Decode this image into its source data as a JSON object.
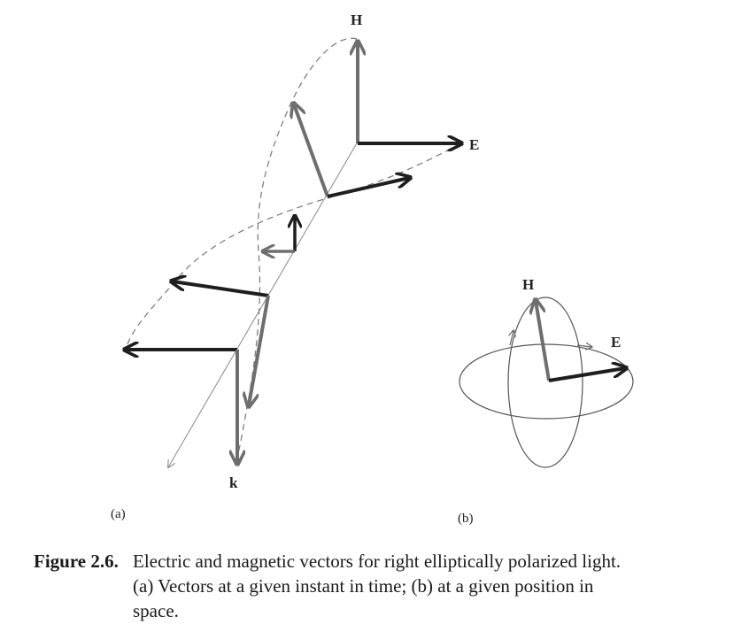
{
  "diagram": {
    "part_a": {
      "label_H": "H",
      "label_E": "E",
      "label_k": "k",
      "sublabel": "(a)"
    },
    "part_b": {
      "label_H": "H",
      "label_E": "E",
      "sublabel": "(b)"
    }
  },
  "caption": {
    "label": "Figure 2.6.",
    "lines": [
      "Electric and magnetic vectors for right elliptically polarized light.",
      "(a) Vectors at a given instant in time; (b) at a given position in",
      "space."
    ]
  },
  "colors": {
    "electric_vector": "#1e1e1e",
    "magnetic_vector": "#6e6e6e",
    "guide_lines": "#888888"
  }
}
